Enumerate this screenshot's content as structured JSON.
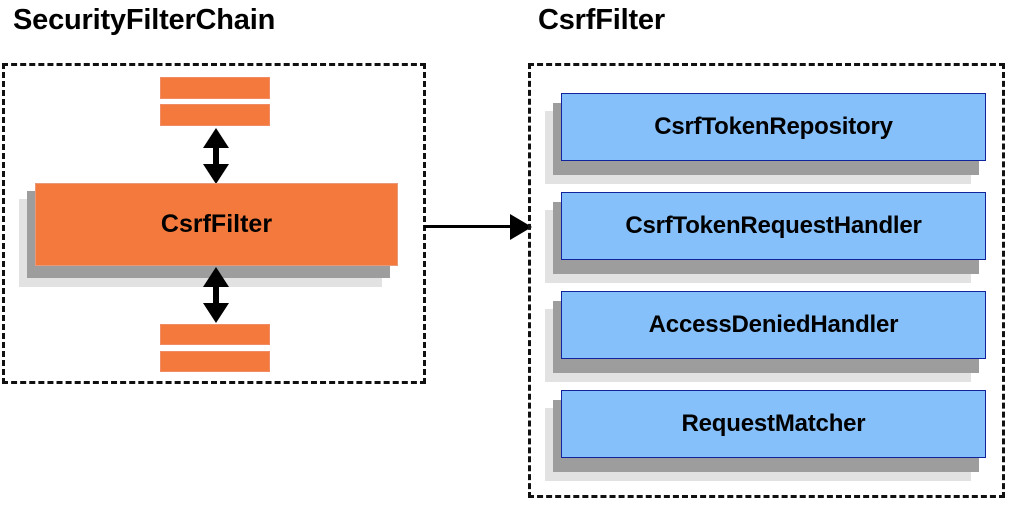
{
  "diagram": {
    "type": "component-relationship-diagram",
    "background": "#ffffff",
    "colors": {
      "orange_fill": "#F4793C",
      "blue_fill": "#86C0FA",
      "blue_border": "#11249B",
      "shadow_dark": "#9D9D9D",
      "shadow_light": "#E2E2E2",
      "outline": "#111111",
      "text": "#000000"
    }
  },
  "left_panel": {
    "title": "SecurityFilterChain",
    "filters_above": [
      "",
      ""
    ],
    "focus_filter": {
      "label": "CsrfFilter"
    },
    "filters_below": [
      "",
      ""
    ],
    "arrow_up_label": "",
    "arrow_down_label": ""
  },
  "connector": {
    "label": "",
    "direction": "right"
  },
  "right_panel": {
    "title": "CsrfFilter",
    "collaborators": [
      {
        "label": "CsrfTokenRepository"
      },
      {
        "label": "CsrfTokenRequestHandler"
      },
      {
        "label": "AccessDeniedHandler"
      },
      {
        "label": "RequestMatcher"
      }
    ]
  }
}
